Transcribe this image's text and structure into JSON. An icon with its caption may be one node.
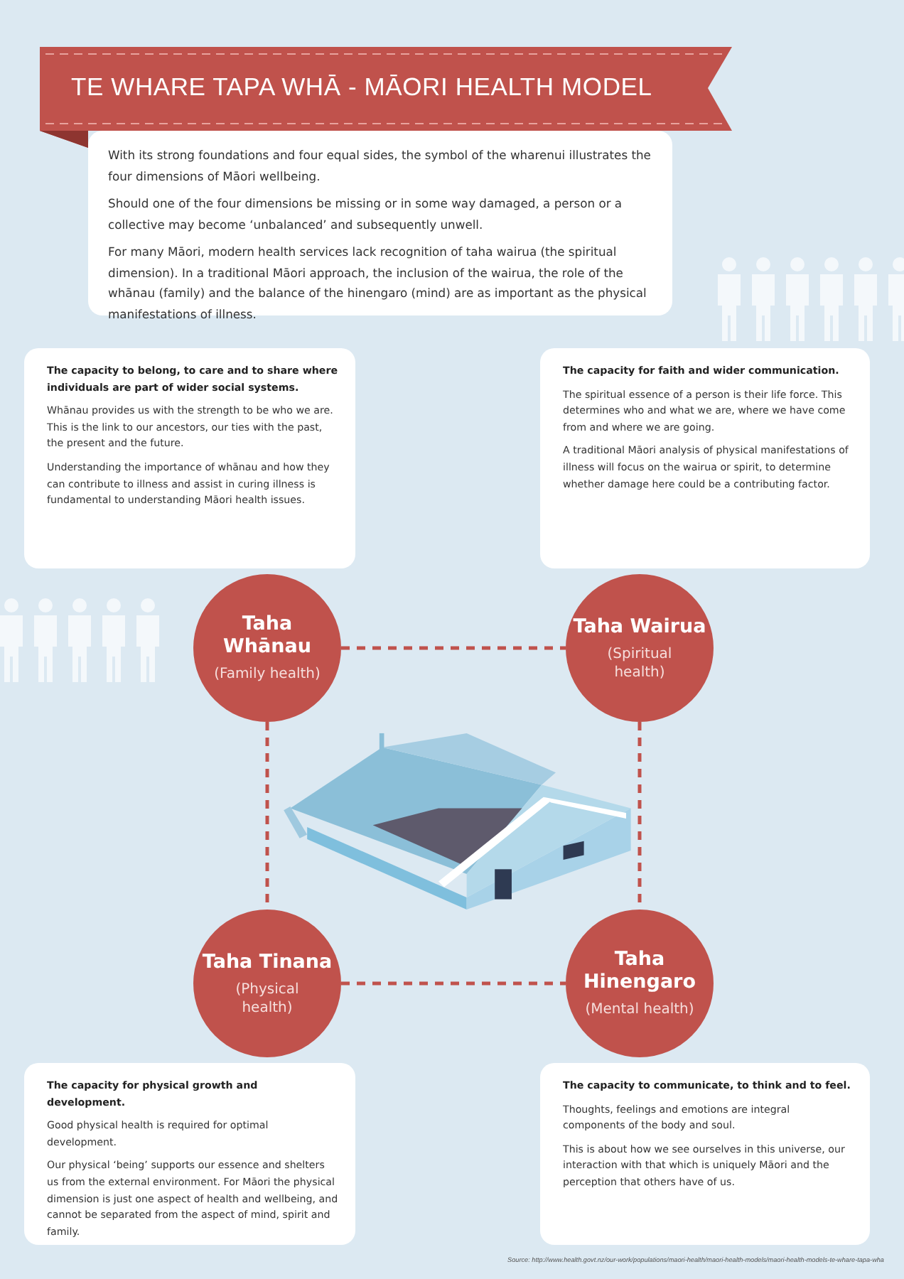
{
  "diagram": {
    "title": "TE WHARE TAPA WHĀ - MĀORI HEALTH MODEL",
    "nodes": [
      {
        "text": [
          "With its strong foundations and four equal sides, the symbol of the wharenui illustrates the four dimensions of Māori wellbeing.",
          "Should one of the four dimensions be missing or in some way damaged, a person or a collective may become ‘unbalanced’ and subsequently unwell.",
          "For many Māori, modern health services lack recognition of taha wairua (the spiritual dimension). In a traditional Māori approach, the inclusion of the wairua, the role of the whānau (family) and the balance of the hinengaro (mind) are as important as the physical manifestations of illness."
        ]
      },
      {
        "text": [
          "The capacity to belong, to care and to share where individuals are part of wider social systems.",
          "Whānau provides us with the strength to be who we are. This is the link to our ancestors, our ties with the past, the present and the future.",
          "Understanding the importance of whānau and how they can contribute to illness and assist in curing illness is fundamental to understanding Māori health issues."
        ]
      },
      {
        "text": [
          "The capacity for faith and wider communication.",
          "The spiritual essence of a person is their life force. This determines who and what we are, where we have come from and where we are going.",
          "A traditional Māori analysis of physical manifestations of illness will focus on the wairua or spirit, to determine whether damage here could be a contributing factor."
        ]
      },
      {
        "text": [
          "Taha Whānau",
          "(Family health)"
        ]
      },
      {
        "text": [
          "Taha Wairua",
          "(Spiritual health)"
        ]
      },
      {
        "text": [
          "Taha Tinana",
          "(Physical health)"
        ]
      },
      {
        "text": [
          "Taha Hinengaro",
          "(Mental health)"
        ]
      },
      {
        "text": [
          "The capacity for physical growth and development.",
          "Good physical health is required for optimal development.",
          "Our physical ‘being’ supports our essence and shelters us from the external environment. For Māori the physical dimension is just one aspect of health and wellbeing, and cannot be separated from the aspect of mind, spirit and family."
        ]
      },
      {
        "text": [
          "The capacity to communicate, to think and to feel.",
          "Thoughts, feelings and emotions are integral components of the body and soul.",
          "This is about how we see ourselves in this universe, our interaction with that which is uniquely Māori and the perception that others have of us."
        ]
      }
    ],
    "edges": [
      {
        "from": 3,
        "to": 4,
        "arrow": "none",
        "style": "dashed"
      },
      {
        "from": 3,
        "to": 5,
        "arrow": "none",
        "style": "dashed"
      },
      {
        "from": 4,
        "to": 6,
        "arrow": "none",
        "style": "dashed"
      },
      {
        "from": 5,
        "to": 6,
        "arrow": "none",
        "style": "dashed"
      }
    ],
    "labels": [
      "Source: http://www.health.govt.nz/our-work/populations/maori-health/maori-health-models/maori-health-models-te-whare-tapa-wha"
    ]
  }
}
